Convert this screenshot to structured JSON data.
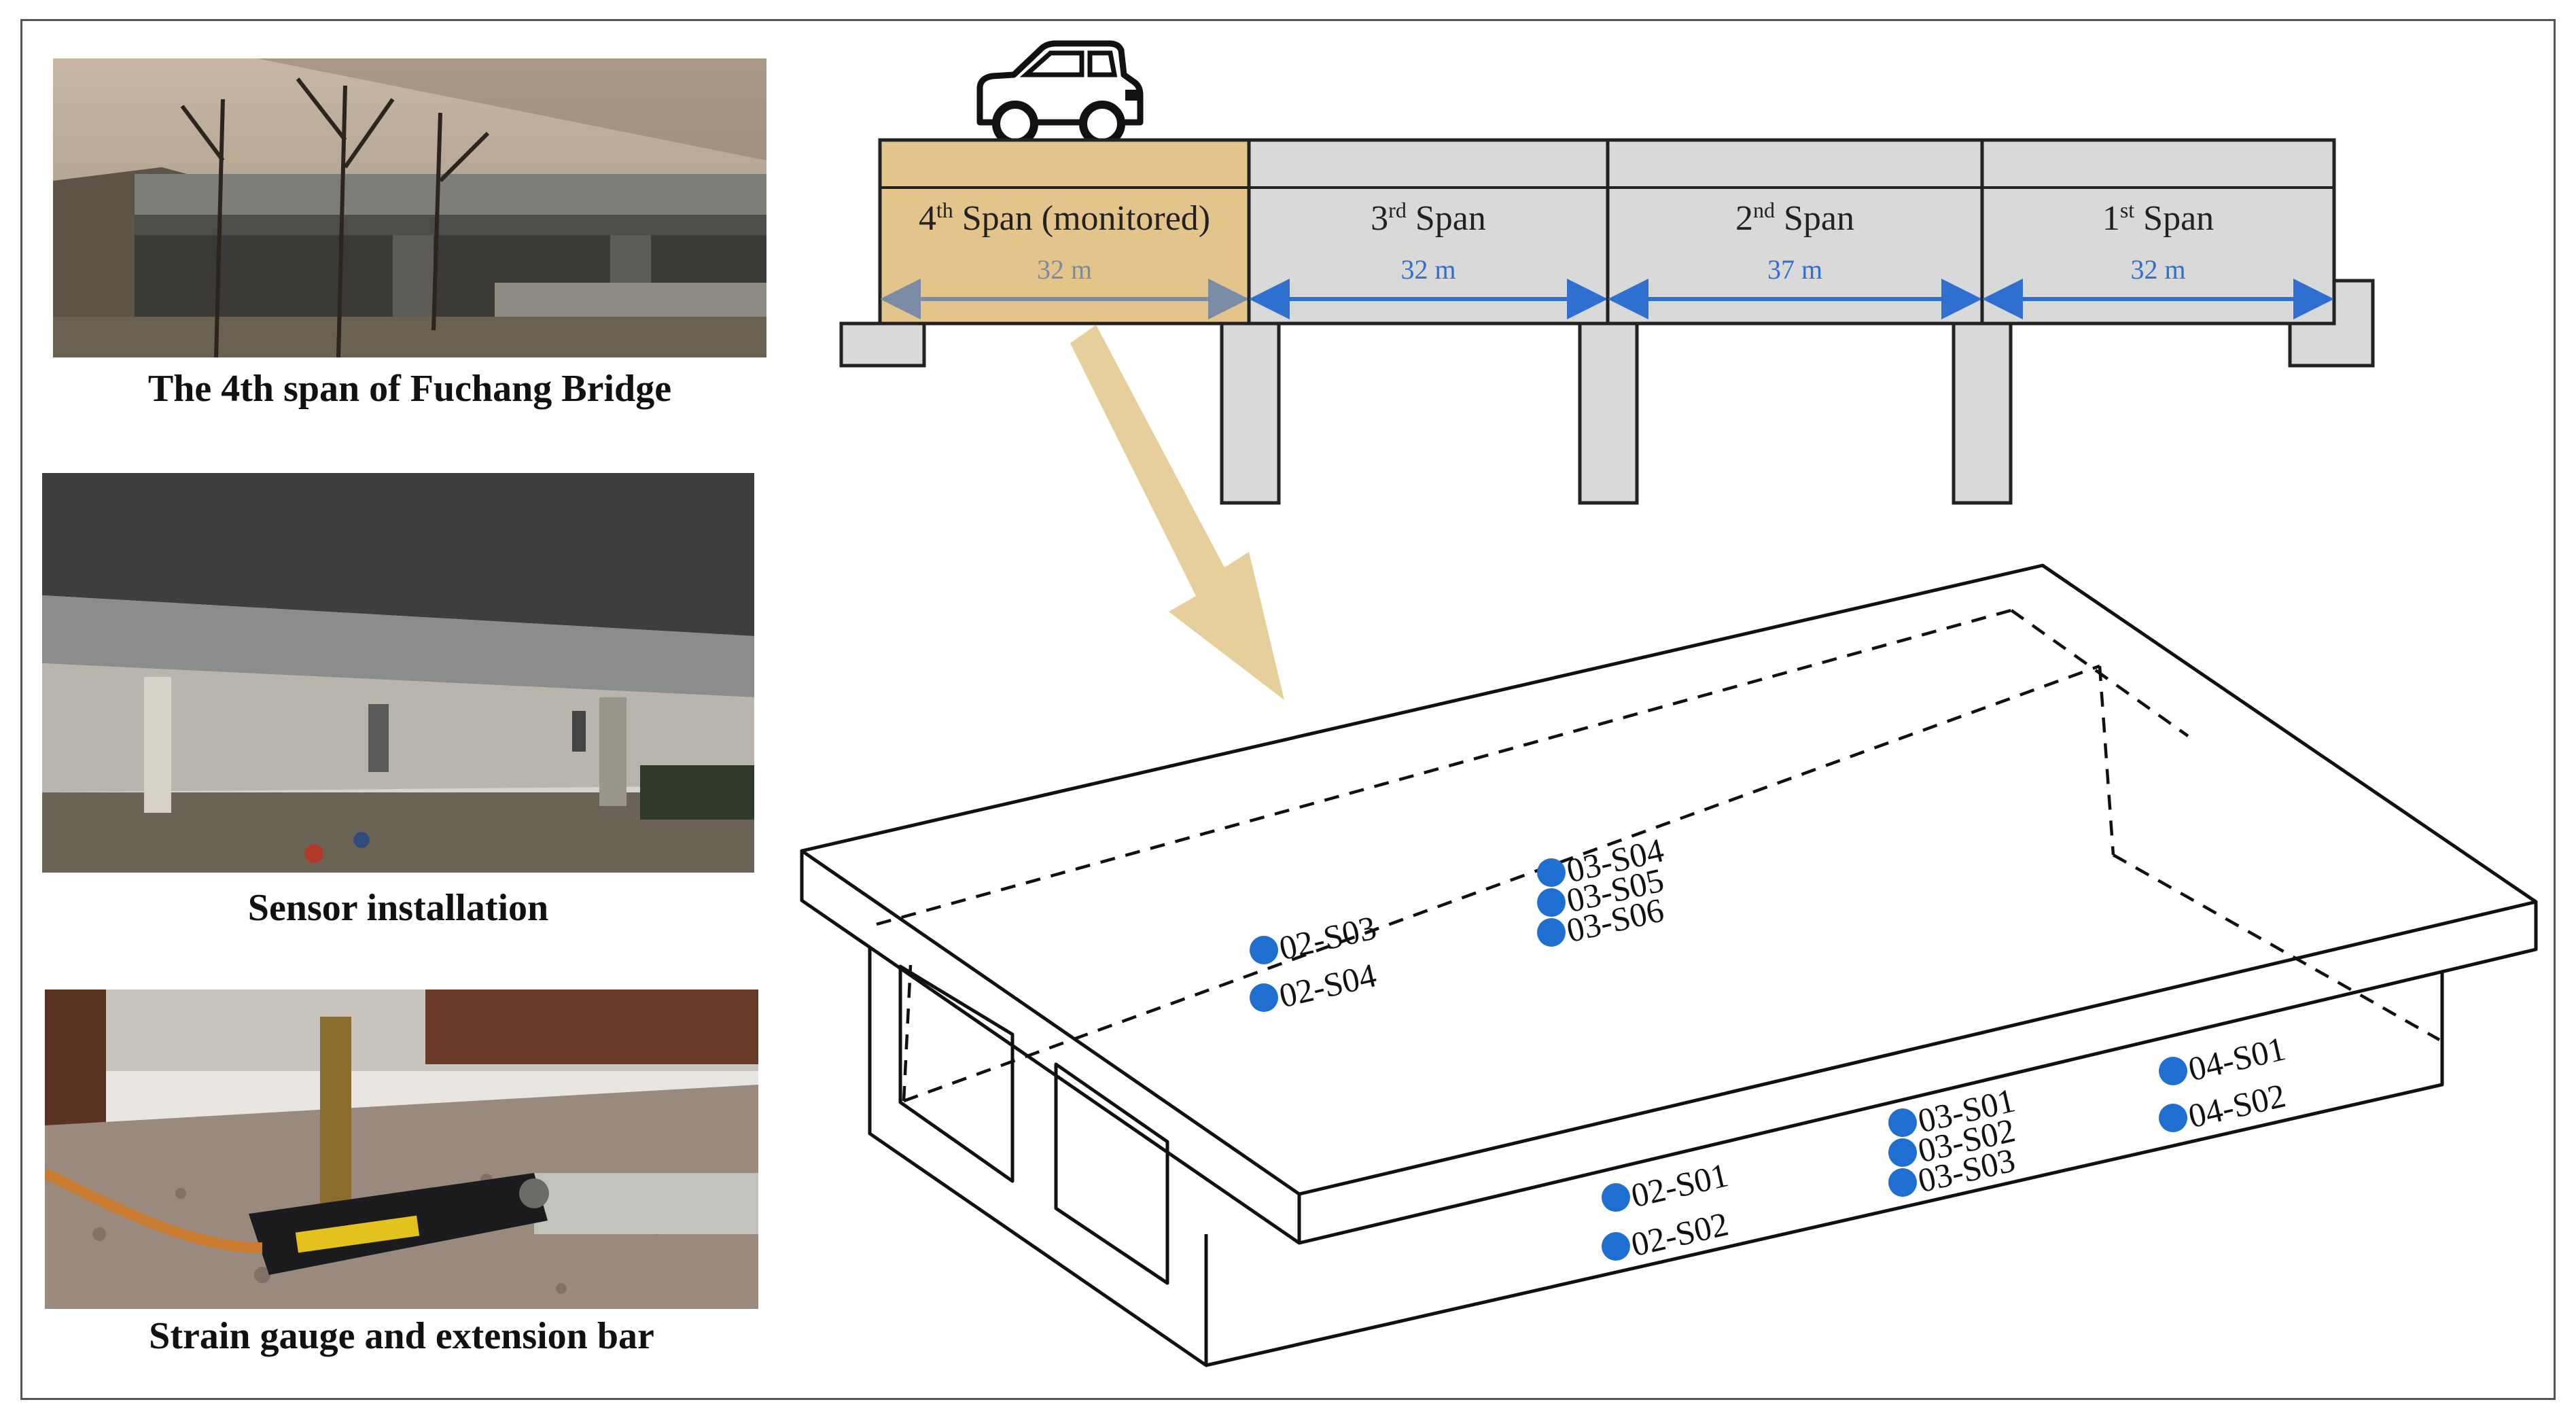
{
  "photos": [
    {
      "caption": "The 4th span of Fuchang Bridge",
      "icon": "bridge-photo"
    },
    {
      "caption": "Sensor installation",
      "icon": "girder-underside-photo"
    },
    {
      "caption": "Strain gauge and extension bar",
      "icon": "strain-gauge-photo"
    }
  ],
  "spans": [
    {
      "ordinal": "4",
      "suffix": "th",
      "name": "Span (monitored)",
      "length": "32 m",
      "monitored": true
    },
    {
      "ordinal": "3",
      "suffix": "rd",
      "name": "Span",
      "length": "32 m",
      "monitored": false
    },
    {
      "ordinal": "2",
      "suffix": "nd",
      "name": "Span",
      "length": "37 m",
      "monitored": false
    },
    {
      "ordinal": "1",
      "suffix": "st",
      "name": "Span",
      "length": "32 m",
      "monitored": false
    }
  ],
  "sensors": [
    "02-S03",
    "02-S04",
    "03-S04",
    "03-S05",
    "03-S06",
    "02-S01",
    "02-S02",
    "03-S01",
    "03-S02",
    "03-S03",
    "04-S01",
    "04-S02"
  ],
  "icons": {
    "vehicle": "car-icon",
    "pointer": "arrow-icon"
  },
  "colors": {
    "monitored_span": "#e3c58c",
    "span": "#d9d9d9",
    "dimension_arrow": "#2f6fd0",
    "monitored_dimension_arrow": "#7a8ca5",
    "pointer_arrow": "#e6cf9b",
    "sensor": "#1f6fd1"
  }
}
